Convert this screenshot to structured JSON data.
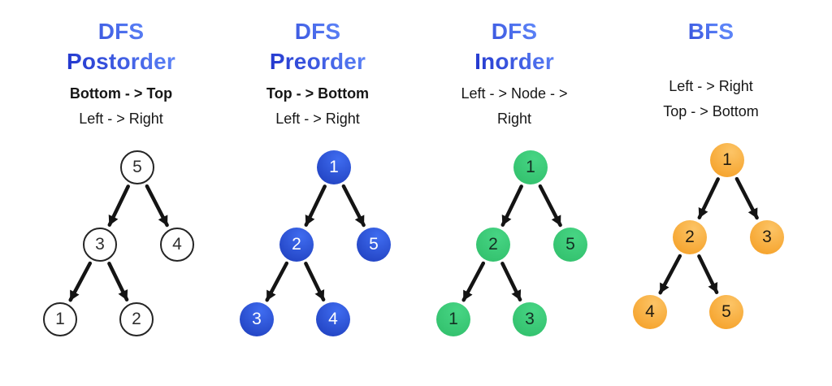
{
  "columns": [
    {
      "title_lines": [
        "DFS",
        "Postorder"
      ],
      "subtitle_line1": "Bottom - > Top",
      "subtitle_line2": "Left - > Right",
      "tree": {
        "style": "outline",
        "nodes": {
          "root": "5",
          "mid_left": "3",
          "mid_right": "4",
          "bottom_left": "1",
          "bottom_mid": "2"
        }
      }
    },
    {
      "title_lines": [
        "DFS",
        "Preorder"
      ],
      "subtitle_line1": "Top - > Bottom",
      "subtitle_line2": "Left - > Right",
      "tree": {
        "style": "blue",
        "nodes": {
          "root": "1",
          "mid_left": "2",
          "mid_right": "5",
          "bottom_left": "3",
          "bottom_mid": "4"
        }
      }
    },
    {
      "title_lines": [
        "DFS",
        "Inorder"
      ],
      "subtitle_line1": "Left - > Node - >",
      "subtitle_line2": "Right",
      "tree": {
        "style": "green",
        "nodes": {
          "root": "1",
          "mid_left": "2",
          "mid_right": "5",
          "bottom_left": "1",
          "bottom_mid": "3"
        }
      }
    },
    {
      "title_lines": [
        "BFS"
      ],
      "subtitle_line1": "Left - > Right",
      "subtitle_line2": "Top - > Bottom",
      "tree": {
        "style": "orange",
        "nodes": {
          "root": "1",
          "mid_left": "2",
          "mid_right": "3",
          "bottom_left": "4",
          "bottom_mid": "5"
        }
      }
    }
  ],
  "colors": {
    "title_gradient_dark": "#2236cd",
    "title_gradient_light": "#5c83f7",
    "subtitle_text": "#161616",
    "arrow": "#141414",
    "outline_node_border": "#252525",
    "outline_node_fill": "#ffffff",
    "blue_node_light": "#3f6cf0",
    "blue_node_dark": "#1d3cba",
    "green_node_light": "#47d584",
    "green_node_dark": "#2fbd69",
    "orange_node_light": "#fcc466",
    "orange_node_dark": "#f49c20",
    "background": "#ffffff"
  }
}
